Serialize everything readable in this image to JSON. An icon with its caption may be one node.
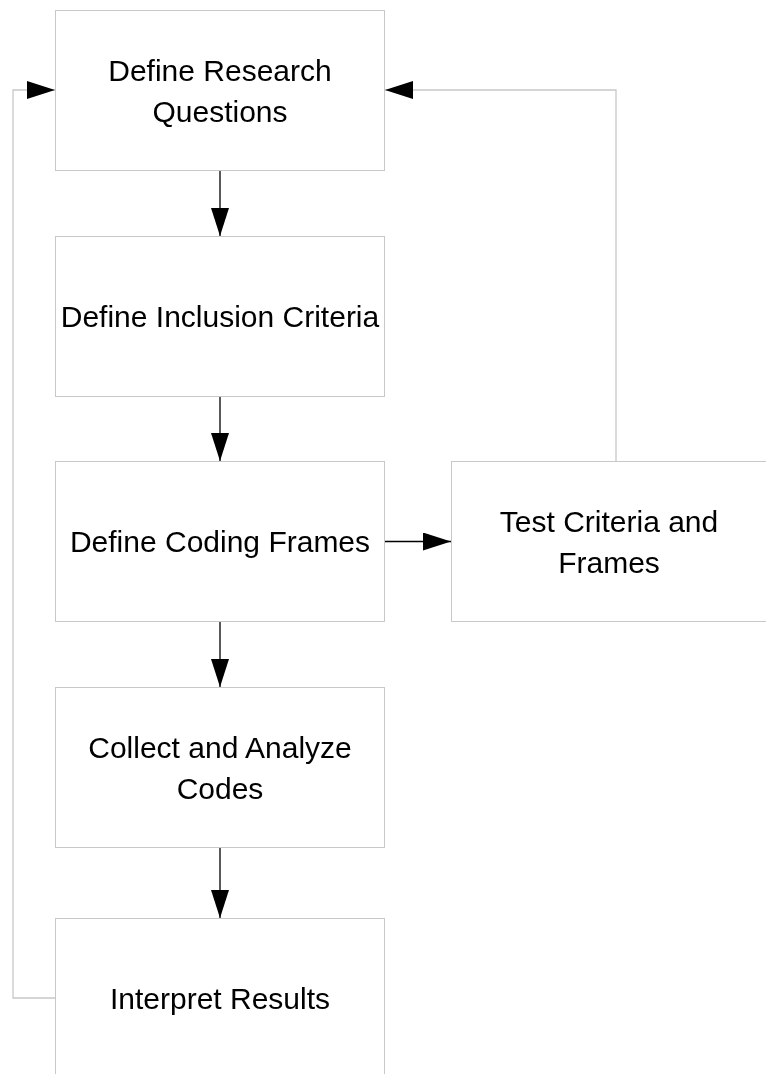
{
  "diagram": {
    "nodes": [
      {
        "text": [
          "Define Research Questions"
        ]
      },
      {
        "text": [
          "Define Inclusion Criteria"
        ]
      },
      {
        "text": [
          "Define Coding Frames"
        ]
      },
      {
        "text": [
          "Collect and Analyze Codes"
        ]
      },
      {
        "text": [
          "Interpret Results"
        ]
      },
      {
        "text": [
          "Test Criteria and Frames"
        ]
      }
    ],
    "edges": [
      {
        "from": 0,
        "to": 1,
        "arrow": "to"
      },
      {
        "from": 1,
        "to": 2,
        "arrow": "to"
      },
      {
        "from": 2,
        "to": 3,
        "arrow": "to"
      },
      {
        "from": 3,
        "to": 4,
        "arrow": "to"
      },
      {
        "from": 2,
        "to": 5,
        "arrow": "to"
      },
      {
        "from": 5,
        "to": 0,
        "arrow": "to",
        "color": "#c8c8c8"
      },
      {
        "from": 4,
        "to": 0,
        "arrow": "to",
        "color": "#c8c8c8"
      }
    ]
  }
}
